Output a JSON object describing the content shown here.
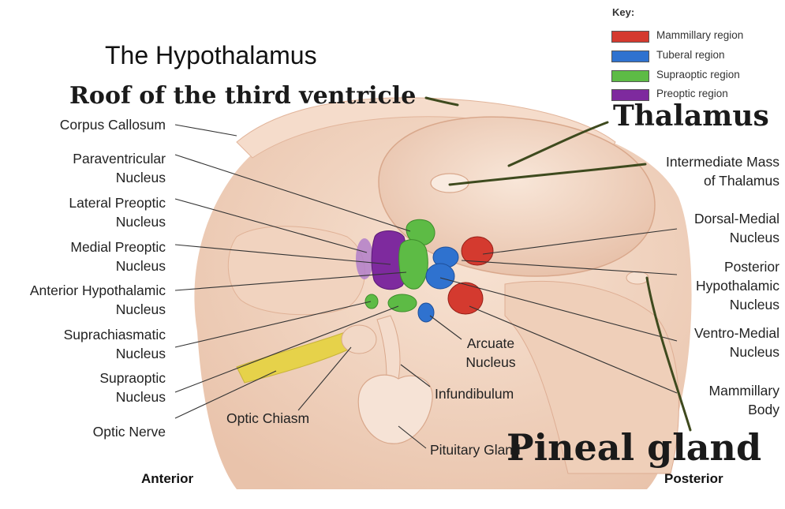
{
  "title": "The Hypothalamus",
  "key": {
    "heading": "Key:",
    "items": [
      {
        "label": "Mammillary region",
        "color": "#d43a2f"
      },
      {
        "label": "Tuberal region",
        "color": "#2f72cf"
      },
      {
        "label": "Supraoptic region",
        "color": "#5dbb45"
      },
      {
        "label": "Preoptic region",
        "color": "#7e2a9e"
      }
    ]
  },
  "annotations": {
    "roof": "Roof of the third ventricle",
    "thalamus": "Thalamus",
    "pineal": "Pineal gland"
  },
  "labels": {
    "corpus_callosum": "Corpus Callosum",
    "paraventricular": "Paraventricular\nNucleus",
    "lateral_preoptic": "Lateral Preoptic\nNucleus",
    "medial_preoptic": "Medial Preoptic\nNucleus",
    "anterior_hypothalamic": "Anterior Hypothalamic\nNucleus",
    "suprachiasmatic": "Suprachiasmatic\nNucleus",
    "supraoptic": "Supraoptic\nNucleus",
    "optic_nerve": "Optic Nerve",
    "optic_chiasm": "Optic Chiasm",
    "arcuate": "Arcuate\nNucleus",
    "infundibulum": "Infundibulum",
    "pituitary": "Pituitary Gland",
    "intermediate_mass": "Intermediate Mass\nof Thalamus",
    "dorsal_medial": "Dorsal-Medial\nNucleus",
    "posterior_hypothalamic": "Posterior\nHypothalamic\nNucleus",
    "ventro_medial": "Ventro-Medial\nNucleus",
    "mammillary_body": "Mammillary\nBody"
  },
  "directions": {
    "anterior": "Anterior",
    "posterior": "Posterior"
  },
  "colors": {
    "tissue": "#f3d6c4",
    "tissue_dark": "#e7bda4",
    "optic_nerve": "#e6d24a",
    "pointer_green": "#3e4a1e"
  }
}
